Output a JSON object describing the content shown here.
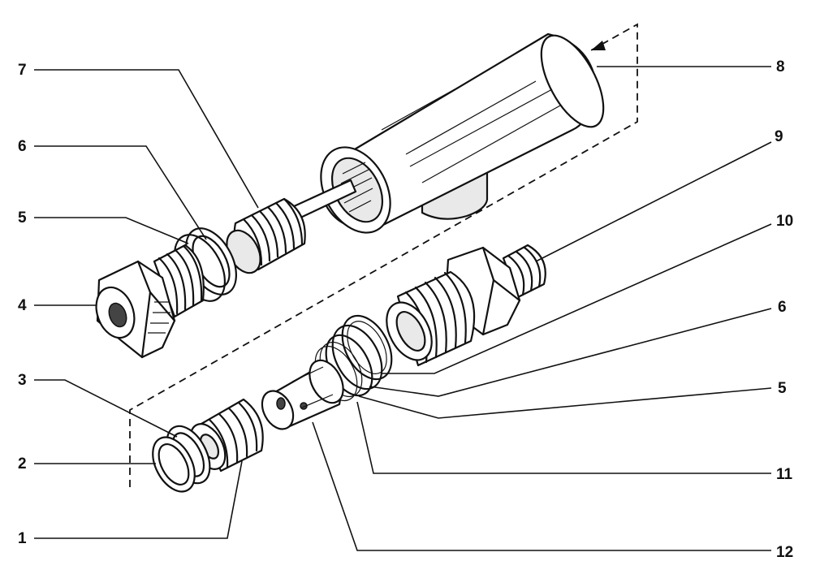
{
  "diagram": {
    "callouts": {
      "c1": "1",
      "c2": "2",
      "c3": "3",
      "c4": "4",
      "c5_left": "5",
      "c6_left": "6",
      "c7": "7",
      "c8": "8",
      "c9": "9",
      "c10": "10",
      "c6_right": "6",
      "c5_right": "5",
      "c11": "11",
      "c12": "12"
    }
  }
}
